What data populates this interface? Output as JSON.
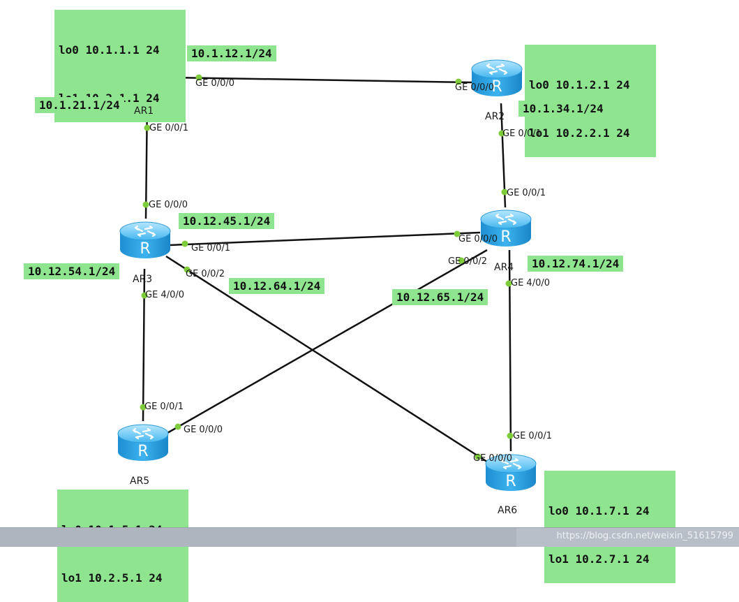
{
  "colors": {
    "label_bg": "#8fe58f",
    "link": "#111111",
    "port_dot": "#7fcc3a",
    "router": "#2aa6e6"
  },
  "routers": [
    {
      "id": "AR1",
      "name": "AR1",
      "icon": "router-icon"
    },
    {
      "id": "AR2",
      "name": "AR2",
      "icon": "router-icon"
    },
    {
      "id": "AR3",
      "name": "AR3",
      "icon": "router-icon"
    },
    {
      "id": "AR4",
      "name": "AR4",
      "icon": "router-icon"
    },
    {
      "id": "AR5",
      "name": "AR5",
      "icon": "router-icon"
    },
    {
      "id": "AR6",
      "name": "AR6",
      "icon": "router-icon"
    }
  ],
  "loopbacks": {
    "ar1": [
      "lo0 10.1.1.1 24",
      "lo1 10.2.1.1 24"
    ],
    "ar2": [
      "lo0 10.1.2.1 24",
      "lo1 10.2.2.1 24"
    ],
    "ar5": [
      "lo0 10.1.5.1 24",
      "lo1 10.2.5.1 24"
    ],
    "ar6": [
      "lo0 10.1.7.1 24",
      "lo1 10.2.7.1 24"
    ]
  },
  "ips": {
    "ar1_ar2": "10.1.12.1/24",
    "ar1_ar3": "10.1.21.1/24",
    "ar2_ar4": "10.1.34.1/24",
    "ar3_ar4": "10.12.45.1/24",
    "ar3_ar5": "10.12.54.1/24",
    "ar3_ar6": "10.12.64.1/24",
    "ar4_ar5": "10.12.65.1/24",
    "ar4_ar6": "10.12.74.1/24"
  },
  "links": [
    {
      "from": "AR1",
      "to": "AR2",
      "from_port": "GE 0/0/0",
      "to_port": "GE 0/0/0"
    },
    {
      "from": "AR1",
      "to": "AR3",
      "from_port": "GE 0/0/1",
      "to_port": "GE 0/0/0"
    },
    {
      "from": "AR2",
      "to": "AR4",
      "from_port": "GE 0/0/1",
      "to_port": "GE 0/0/1"
    },
    {
      "from": "AR3",
      "to": "AR4",
      "from_port": "GE 0/0/1",
      "to_port": "GE 0/0/0"
    },
    {
      "from": "AR3",
      "to": "AR6",
      "from_port": "GE 0/0/2",
      "to_port": "GE 0/0/0"
    },
    {
      "from": "AR3",
      "to": "AR5",
      "from_port": "GE 4/0/0",
      "to_port": "GE 0/0/1"
    },
    {
      "from": "AR4",
      "to": "AR5",
      "from_port": "GE 0/0/2",
      "to_port": "GE 0/0/0"
    },
    {
      "from": "AR4",
      "to": "AR6",
      "from_port": "GE 4/0/0",
      "to_port": "GE 0/0/1"
    }
  ],
  "status_bar": {
    "watermark": "https://blog.csdn.net/weixin_51615799"
  }
}
